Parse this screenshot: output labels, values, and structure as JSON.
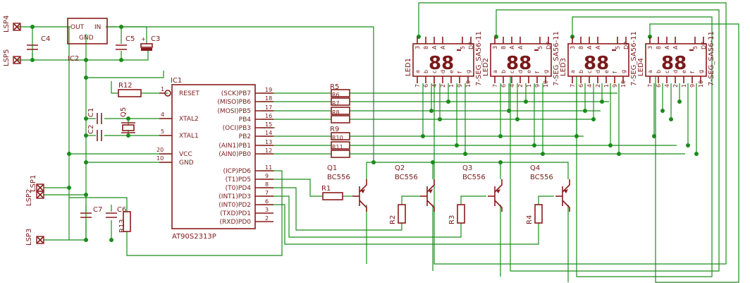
{
  "connectors": {
    "lsp4": "LSP4",
    "lsp5": "LSP5",
    "lsp3": "LSP3",
    "lsp1": "LSP1",
    "lsp2": "LSP2"
  },
  "regulator": {
    "name": "IC2",
    "out": "OUT",
    "in": "IN",
    "gnd": "GND"
  },
  "caps": {
    "c1": "C1",
    "c2": "C2",
    "c3": "C3",
    "c4": "C4",
    "c5": "C5",
    "c6": "C6",
    "c7": "C7"
  },
  "crystal": "Q5",
  "resistors": {
    "r1": "R1",
    "r2": "R2",
    "r3": "R3",
    "r4": "R4",
    "r5": "R5",
    "r6": "R6",
    "r7": "R7",
    "r8": "R8",
    "r9": "R9",
    "r10": "R10",
    "r11": "R11",
    "r12": "R12",
    "r13": "R13"
  },
  "mcu": {
    "name": "IC1",
    "part": "AT90S2313P",
    "left_pins": [
      {
        "label": "RESET",
        "num": "1"
      },
      {
        "label": "XTAL2",
        "num": "4"
      },
      {
        "label": "XTAL1",
        "num": "5"
      },
      {
        "label": "VCC",
        "num": "20"
      },
      {
        "label": "GND",
        "num": "10"
      }
    ],
    "right_pins": [
      {
        "label": "(SCK)PB7",
        "num": "19"
      },
      {
        "label": "(MISO)PB6",
        "num": "18"
      },
      {
        "label": "(MOSI)PB5",
        "num": "17"
      },
      {
        "label": "PB4",
        "num": "16"
      },
      {
        "label": "(OCI)PB3",
        "num": "15"
      },
      {
        "label": "PB2",
        "num": "14"
      },
      {
        "label": "(AIN1)PB1",
        "num": "13"
      },
      {
        "label": "(AIN0)PB0",
        "num": "12"
      },
      {
        "label": "(ICP)PD6",
        "num": "11"
      },
      {
        "label": "(T1)PD5",
        "num": "9"
      },
      {
        "label": "(T0)PD4",
        "num": "8"
      },
      {
        "label": "(INT1)PD3",
        "num": "7"
      },
      {
        "label": "(INT0)PD2",
        "num": "6"
      },
      {
        "label": "(TXD)PD1",
        "num": "3"
      },
      {
        "label": "(RXD)PD0",
        "num": "2"
      }
    ]
  },
  "transistors": [
    {
      "name": "Q1",
      "type": "BC556"
    },
    {
      "name": "Q2",
      "type": "BC556"
    },
    {
      "name": "Q3",
      "type": "BC556"
    },
    {
      "name": "Q4",
      "type": "BC556"
    }
  ],
  "displays": [
    {
      "name": "LED1",
      "part": "7-SEG_SA56-11"
    },
    {
      "name": "LED2",
      "part": "7-SEG_SA56-11"
    },
    {
      "name": "LED3",
      "part": "7-SEG_SA56-11"
    },
    {
      "name": "LED4",
      "part": "7-SEG_SA56-11"
    }
  ],
  "display_pins": {
    "top": [
      "3",
      "8",
      "A",
      "A",
      "5",
      "DP"
    ],
    "bottom": [
      "7",
      "6",
      "4",
      "2",
      "1",
      "9",
      "10"
    ],
    "bottom_letters": [
      "a",
      "b",
      "c",
      "d",
      "e",
      "f",
      "g"
    ],
    "digits": "88",
    "colors": {
      "wire": "#1a8c1a",
      "part": "#8b1a1a"
    }
  }
}
